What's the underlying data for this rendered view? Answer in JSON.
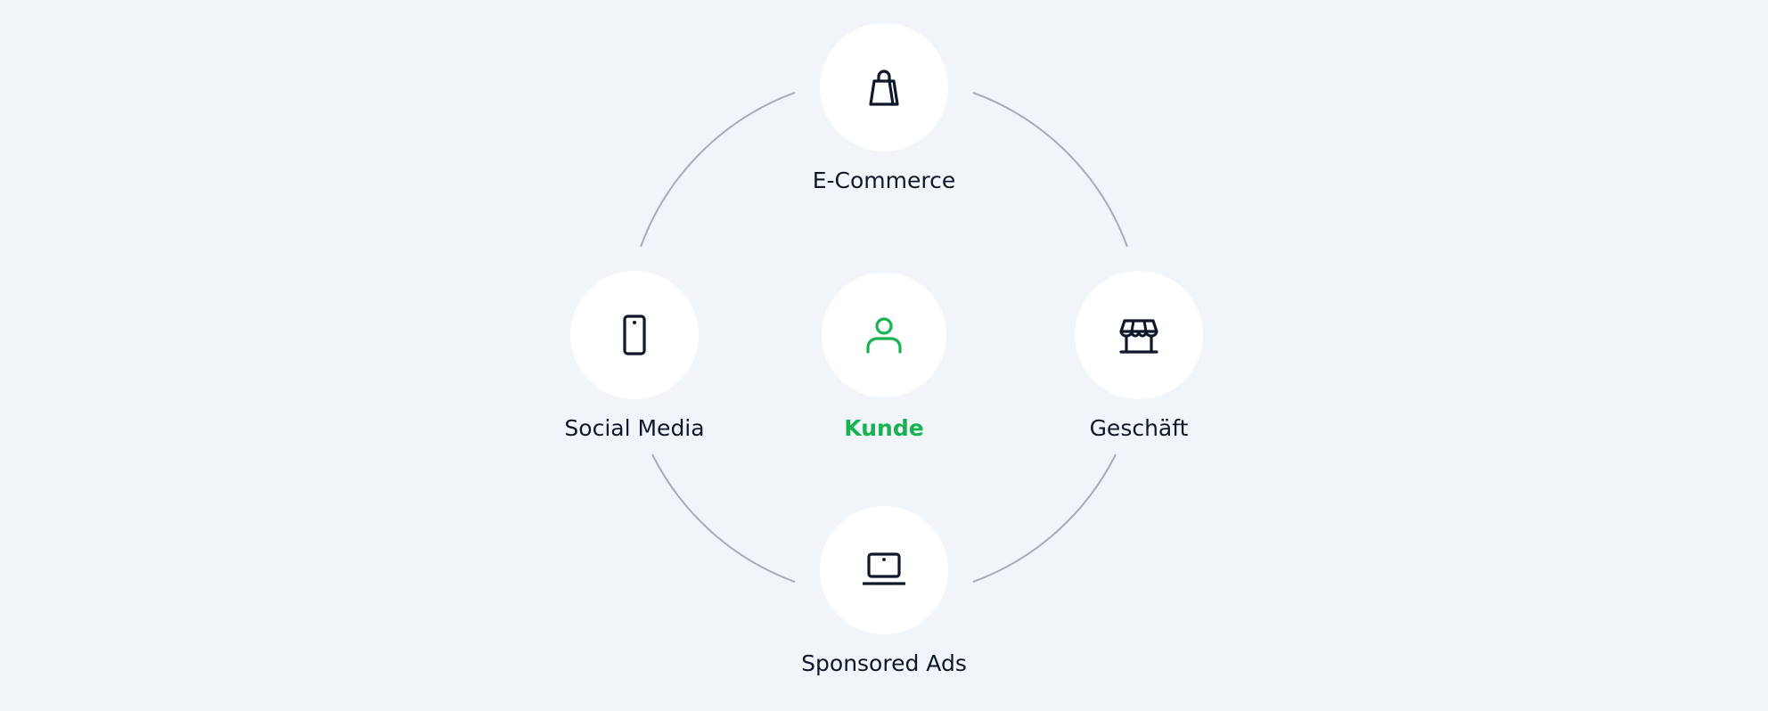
{
  "colors": {
    "background": "#f1f5f9",
    "circle": "#ffffff",
    "text": "#0f172a",
    "accent": "#16b350",
    "connector": "#a5adb8"
  },
  "nodes": {
    "top": {
      "label": "E-Commerce",
      "icon": "shopping-bag-icon"
    },
    "left": {
      "label": "Social Media",
      "icon": "smartphone-icon"
    },
    "center": {
      "label": "Kunde",
      "icon": "user-icon"
    },
    "right": {
      "label": "Geschäft",
      "icon": "storefront-icon"
    },
    "bottom": {
      "label": "Sponsored Ads",
      "icon": "laptop-icon"
    }
  }
}
